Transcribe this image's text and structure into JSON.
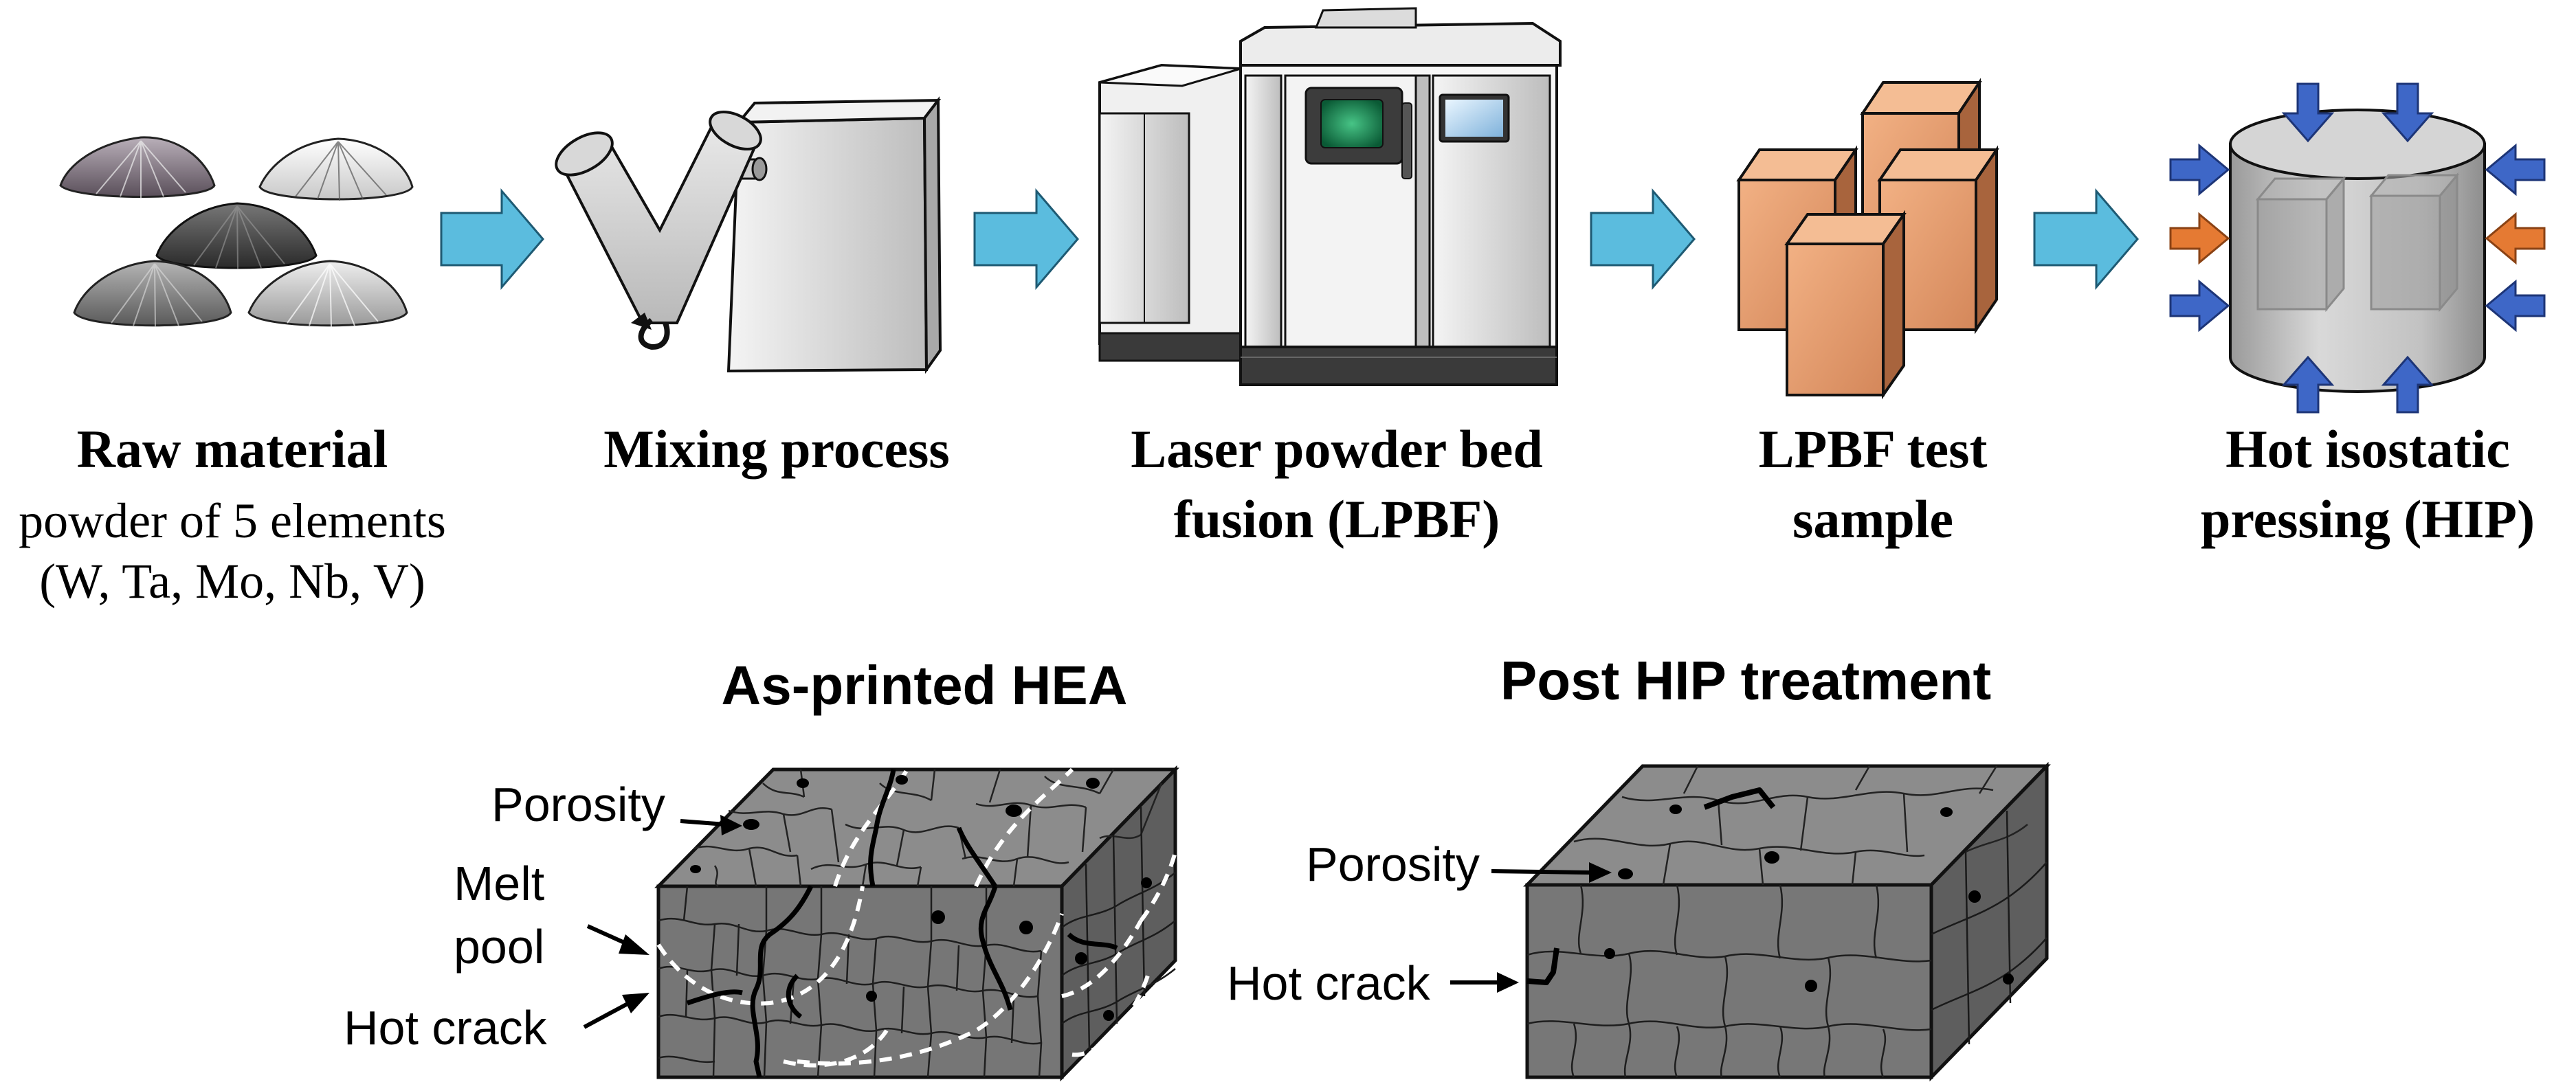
{
  "steps": [
    {
      "title_line1": "Raw material",
      "title_line2": "",
      "sub_line1": "powder of 5 elements",
      "sub_line2": "(W, Ta, Mo, Nb, V)"
    },
    {
      "title_line1": "Mixing process",
      "title_line2": ""
    },
    {
      "title_line1": "Laser powder bed",
      "title_line2": "fusion (LPBF)"
    },
    {
      "title_line1": "LPBF test",
      "title_line2": "sample"
    },
    {
      "title_line1": "Hot isostatic",
      "title_line2": "pressing (HIP)"
    }
  ],
  "microstructures": [
    {
      "title": "As-printed HEA",
      "labels": {
        "porosity": "Porosity",
        "melt_pool_line1": "Melt",
        "melt_pool_line2": "pool",
        "hot_crack": "Hot crack"
      }
    },
    {
      "title": "Post HIP treatment",
      "labels": {
        "porosity": "Porosity",
        "hot_crack": "Hot crack"
      }
    }
  ],
  "colors": {
    "flow_arrow": "#5bbcde",
    "pressure_arrow": "#3e67c7",
    "heat_arrow": "#e57a33",
    "sample_block": "#e8a070",
    "cube_top": "#8a8a8a",
    "cube_front": "#737373",
    "cube_side": "#5c5c5c"
  }
}
